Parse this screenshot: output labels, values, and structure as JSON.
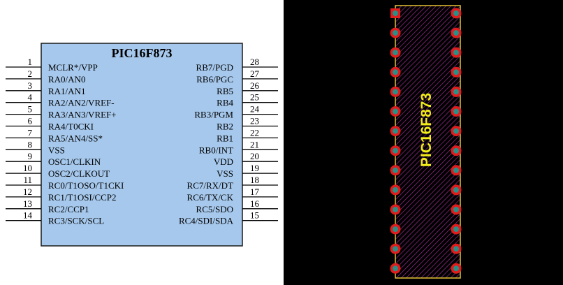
{
  "schematic": {
    "part_name": "PIC16F873",
    "left_pins": [
      {
        "num": "1",
        "name": "MCLR*/VPP"
      },
      {
        "num": "2",
        "name": "RA0/AN0"
      },
      {
        "num": "3",
        "name": "RA1/AN1"
      },
      {
        "num": "4",
        "name": "RA2/AN2/VREF-"
      },
      {
        "num": "5",
        "name": "RA3/AN3/VREF+"
      },
      {
        "num": "6",
        "name": "RA4/T0CKI"
      },
      {
        "num": "7",
        "name": "RA5/AN4/SS*"
      },
      {
        "num": "8",
        "name": "VSS"
      },
      {
        "num": "9",
        "name": "OSC1/CLKIN"
      },
      {
        "num": "10",
        "name": "OSC2/CLKOUT"
      },
      {
        "num": "11",
        "name": "RC0/T1OSO/T1CKI"
      },
      {
        "num": "12",
        "name": "RC1/T1OSI/CCP2"
      },
      {
        "num": "13",
        "name": "RC2/CCP1"
      },
      {
        "num": "14",
        "name": "RC3/SCK/SCL"
      }
    ],
    "right_pins": [
      {
        "num": "28",
        "name": "RB7/PGD"
      },
      {
        "num": "27",
        "name": "RB6/PGC"
      },
      {
        "num": "26",
        "name": "RB5"
      },
      {
        "num": "25",
        "name": "RB4"
      },
      {
        "num": "24",
        "name": "RB3/PGM"
      },
      {
        "num": "23",
        "name": "RB2"
      },
      {
        "num": "22",
        "name": "RB1"
      },
      {
        "num": "21",
        "name": "RB0/INT"
      },
      {
        "num": "20",
        "name": "VDD"
      },
      {
        "num": "19",
        "name": "VSS"
      },
      {
        "num": "18",
        "name": "RC7/RX/DT"
      },
      {
        "num": "17",
        "name": "RC6/TX/CK"
      },
      {
        "num": "16",
        "name": "RC5/SDO"
      },
      {
        "num": "15",
        "name": "RC4/SDI/SDA"
      }
    ]
  },
  "footprint": {
    "label": "PIC16F873",
    "pads_per_side": 14
  },
  "colors": {
    "body_fill": "#a6c8ec",
    "outline": "#1a1a1a",
    "board_bg": "#000000",
    "footprint_hatch": "#9b2c8f",
    "footprint_outline": "#e6c433",
    "pad_ring": "#e01c1c",
    "pad_center": "#2a8f86",
    "label_color": "#f2ef1a"
  }
}
